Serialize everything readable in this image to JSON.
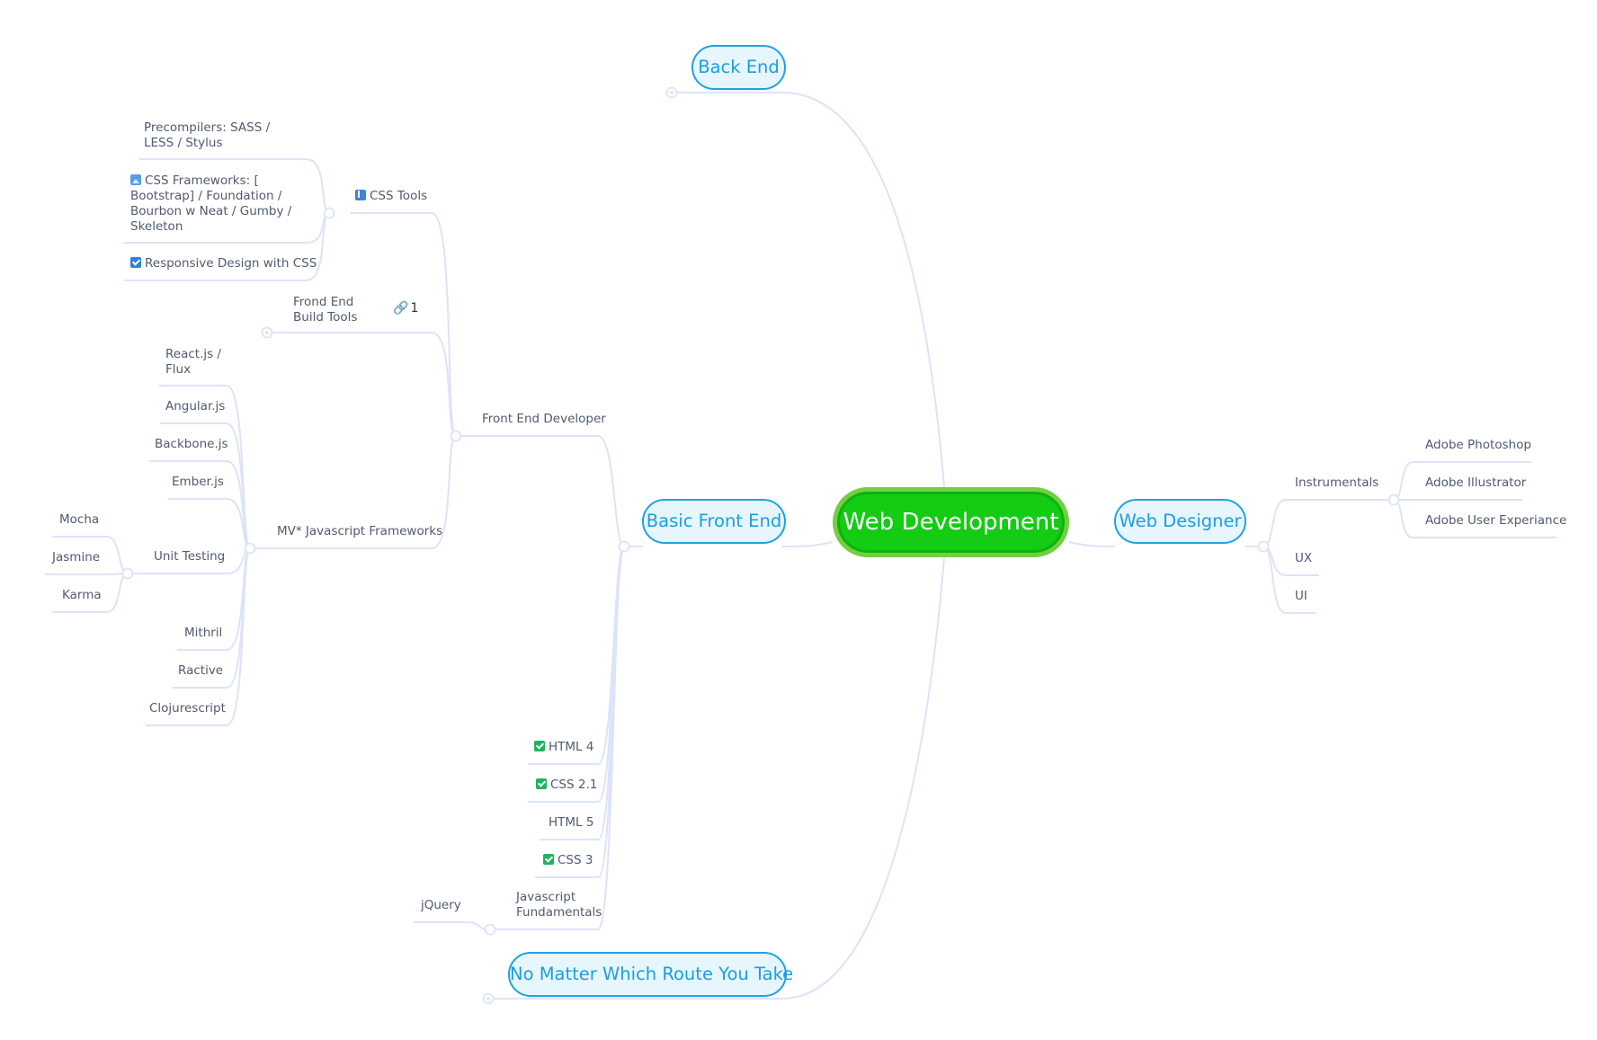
{
  "root": {
    "label": "Web Development"
  },
  "main": {
    "back_end": "Back End",
    "basic_front_end": "Basic Front End",
    "web_designer": "Web Designer",
    "no_matter": "No Matter Which Route You Take"
  },
  "front_end_developer": {
    "label": "Front End Developer",
    "css_tools": {
      "label": "CSS Tools",
      "icon": "book-icon",
      "items": {
        "precompilers": "Precompilers: SASS / LESS / Stylus",
        "frameworks": "CSS Frameworks: [ Bootstrap] / Foundation / Bourbon w Neat / Gumby / Skeleton",
        "responsive": "Responsive Design with CSS"
      }
    },
    "build_tools": {
      "label": "Frond End Build Tools",
      "link_count": "1"
    },
    "mv_frameworks": {
      "label": "MV* Javascript Frameworks",
      "items": {
        "react": "React.js / Flux",
        "angular": "Angular.js",
        "backbone": "Backbone.js",
        "ember": "Ember.js",
        "unit_testing": "Unit Testing",
        "mithril": "Mithril",
        "ractive": "Ractive",
        "clojure": "Clojurescript"
      },
      "testing": {
        "mocha": "Mocha",
        "jasmine": "Jasmine",
        "karma": "Karma"
      }
    }
  },
  "basics": {
    "html4": "HTML 4",
    "css21": "CSS 2.1",
    "html5": "HTML 5",
    "css3": "CSS 3",
    "js_fundamentals": "Javascript Fundamentals",
    "jquery": "jQuery"
  },
  "designer": {
    "instrumentals": "Instrumentals",
    "photoshop": "Adobe Photoshop",
    "illustrator": "Adobe Illustrator",
    "user_experiance": "Adobe User Experiance",
    "ux": "UX",
    "ui": "UI"
  },
  "colors": {
    "root_fill": "#13cc13",
    "root_border": "#73cf41",
    "main_border": "#1fa3e0",
    "main_fill": "#e7f5fd",
    "connector": "#dde3f8",
    "check": "#21b35b"
  }
}
